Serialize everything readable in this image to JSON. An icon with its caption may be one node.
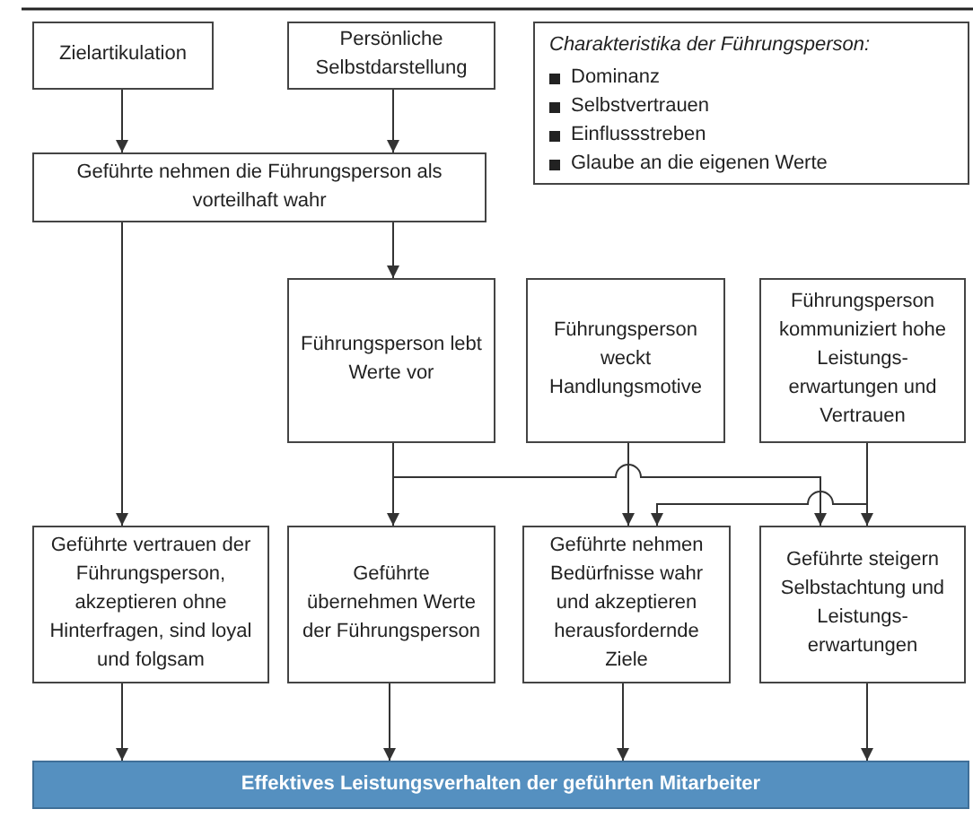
{
  "diagram": {
    "nodes": [
      {
        "text": [
          "Zielartikulation"
        ]
      },
      {
        "text": [
          "Persönliche Selbstdarstellung"
        ]
      },
      {
        "text": [
          "Geführte nehmen die Führungsperson als vorteilhaft wahr"
        ]
      },
      {
        "text": [
          "Charakteristika der Führungsperson:",
          "Dominanz",
          "Selbstvertrauen",
          "Einflussstreben",
          "Glaube an die eigenen Werte"
        ]
      },
      {
        "text": [
          "Führungsperson lebt Werte vor"
        ]
      },
      {
        "text": [
          "Führungsperson weckt Handlungsmotive"
        ]
      },
      {
        "text": [
          "Führungsperson kommuniziert hohe Leistungs-erwartungen und Vertrauen"
        ]
      },
      {
        "text": [
          "Geführte vertrauen der Führungsperson, akzeptieren ohne Hinterfragen, sind loyal und folgsam"
        ]
      },
      {
        "text": [
          "Geführte übernehmen Werte der Führungsperson"
        ]
      },
      {
        "text": [
          "Geführte nehmen Bedürfnisse wahr und akzeptieren herausfordernde Ziele"
        ]
      },
      {
        "text": [
          "Geführte steigern Selbstachtung und Leistungs-erwartungen"
        ]
      },
      {
        "text": [
          "Effektives Leistungsverhalten der geführten Mitarbeiter"
        ]
      }
    ],
    "edges": [
      {
        "from": 0,
        "to": 2,
        "arrow": "to"
      },
      {
        "from": 1,
        "to": 2,
        "arrow": "to"
      },
      {
        "from": 2,
        "to": 7,
        "arrow": "to"
      },
      {
        "from": 2,
        "to": 4,
        "arrow": "to"
      },
      {
        "from": 4,
        "to": 8,
        "arrow": "to"
      },
      {
        "from": 4,
        "to": 10,
        "arrow": "to"
      },
      {
        "from": 5,
        "to": 9,
        "arrow": "to"
      },
      {
        "from": 6,
        "to": 10,
        "arrow": "to"
      },
      {
        "from": 6,
        "to": 9,
        "arrow": "to"
      },
      {
        "from": 7,
        "to": 11,
        "arrow": "to"
      },
      {
        "from": 8,
        "to": 11,
        "arrow": "to"
      },
      {
        "from": 9,
        "to": 11,
        "arrow": "to"
      },
      {
        "from": 10,
        "to": 11,
        "arrow": "to"
      }
    ]
  }
}
